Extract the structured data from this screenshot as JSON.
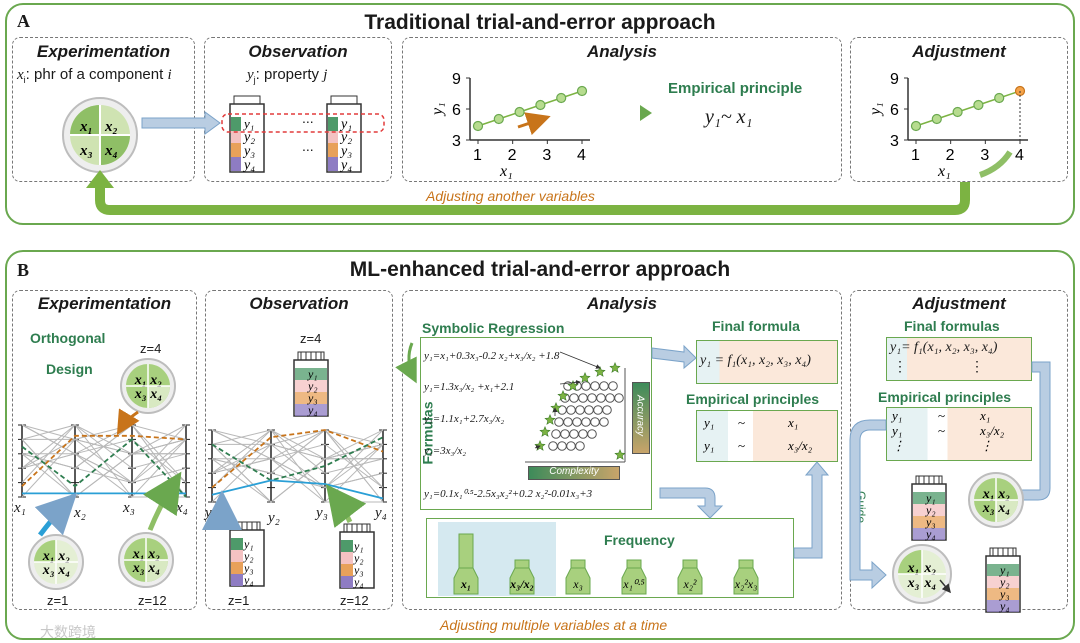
{
  "panelA": {
    "letter": "A",
    "title": "Traditional trial-and-error approach",
    "experimentation": {
      "title": "Experimentation",
      "var": "x",
      "sub": "i",
      "desc": ": phr of a component ",
      "desc_var": "i",
      "labels": [
        "x1",
        "x2",
        "x3",
        "x4"
      ]
    },
    "observation": {
      "title": "Observation",
      "var": "y",
      "sub": "j",
      "desc": ": property ",
      "desc_var": "j",
      "ellipsis": "..."
    },
    "analysis": {
      "title": "Analysis",
      "principle_label": "Empirical principle",
      "principle_eq": "y₁~ x₁",
      "ylabel": "y₁",
      "xlabel": "x₁",
      "yticks": [
        "9",
        "6",
        "3"
      ],
      "xticks": [
        "1",
        "2",
        "3",
        "4"
      ]
    },
    "adjustment": {
      "title": "Adjustment",
      "ylabel": "y₁",
      "xlabel": "x₁",
      "yticks": [
        "9",
        "6",
        "3"
      ],
      "xticks": [
        "1",
        "2",
        "3",
        "4"
      ]
    },
    "loop_label": "Adjusting another variables"
  },
  "panelB": {
    "letter": "B",
    "title": "ML-enhanced trial-and-error approach",
    "experimentation": {
      "title": "Experimentation",
      "design": [
        "Orthogonal",
        "Design"
      ],
      "z_top": "z=4",
      "z_left": "z=1",
      "z_right": "z=12",
      "axes": [
        "x₁",
        "x₂",
        "x₃",
        "x₄"
      ]
    },
    "observation": {
      "title": "Observation",
      "z_top": "z=4",
      "z_left": "z=1",
      "z_right": "z=12",
      "axes": [
        "y₁",
        "y₂",
        "y₃",
        "y₄"
      ]
    },
    "analysis": {
      "title": "Analysis",
      "sr_title": "Symbolic Regression",
      "formulas_label": "Formulas",
      "formulas": [
        "y₁=x₁+0.3x₃-0.2 x₂+x₃/x₂ +1.8",
        "y₁=1.3x₃/x₂ +x₁+2.1",
        "y₁=1.1x₁+2.7x₃/x₂",
        "y₁=3x₃/x₂",
        "y₁=0.1x₁⁰·⁵-2.5x₃x₂²+0.2 x₂²-0.01x₃+3"
      ],
      "accuracy": "Accuracy",
      "complexity": "Complexity",
      "final_title": "Final formula",
      "final_formula": "y₁ = f₁(x₁, x₂, x₃, x₄)",
      "emp_title": "Empirical principles",
      "emp_rows": [
        [
          "y₁",
          "~",
          "x₁"
        ],
        [
          "y₁",
          "~",
          "x₃/x₂"
        ]
      ],
      "freq_title": "Frequency",
      "freq": {
        "labels": [
          "x₁",
          "x₃/x₂",
          "x₃",
          "x₁⁰·⁵",
          "x₂²",
          "x₂²x₃"
        ],
        "heights": [
          1.0,
          0.55,
          0.3,
          0.3,
          0.2,
          0.2
        ]
      }
    },
    "adjustment": {
      "title": "Adjustment",
      "final_title": "Final formulas",
      "final_formula": "y₁= f₁(x₁, x₂, x₃, x₄)",
      "dots": "⋮",
      "emp_title": "Empirical principles",
      "emp_rows": [
        [
          "y₁",
          "~",
          "x₁"
        ],
        [
          "y₁",
          "~",
          "x₃/x₂"
        ],
        [
          "⋮",
          "",
          "⋮"
        ]
      ],
      "guide": "Guide"
    },
    "loop_label": "Adjusting multiple variables at a time"
  },
  "watermark": "大数跨境",
  "colors": {
    "green": "#2e7d4f",
    "frame": "#6aa84f",
    "orange": "#c8741a",
    "loop": "#7cb342",
    "arrow_blue": "#9fbcd8"
  }
}
